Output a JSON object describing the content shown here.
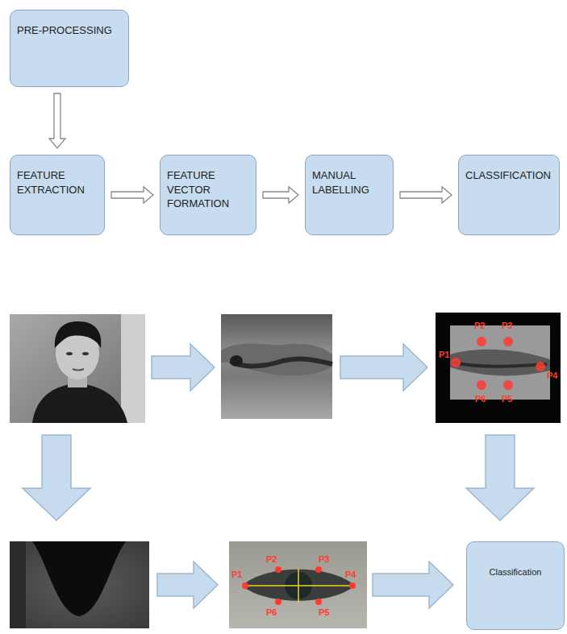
{
  "diagram": {
    "nodes": [
      {
        "text": [
          "PRE-PROCESSING"
        ]
      },
      {
        "text": [
          "FEATURE EXTRACTION"
        ]
      },
      {
        "text": [
          "FEATURE VECTOR FORMATION"
        ]
      },
      {
        "text": [
          "MANUAL LABELLING"
        ]
      },
      {
        "text": [
          "CLASSIFICATION"
        ]
      },
      {
        "text": [
          "Classification"
        ]
      }
    ],
    "edges": [
      {
        "from": 0,
        "to": 1,
        "arrow": "to"
      },
      {
        "from": 1,
        "to": 2,
        "arrow": "to"
      },
      {
        "from": 2,
        "to": 3,
        "arrow": "to"
      },
      {
        "from": 3,
        "to": 4,
        "arrow": "to"
      }
    ],
    "labels": [
      "P2",
      "P3",
      "P1",
      "P4",
      "P6",
      "P5",
      "P2",
      "P3",
      "P1",
      "P4",
      "P6",
      "P5"
    ]
  }
}
